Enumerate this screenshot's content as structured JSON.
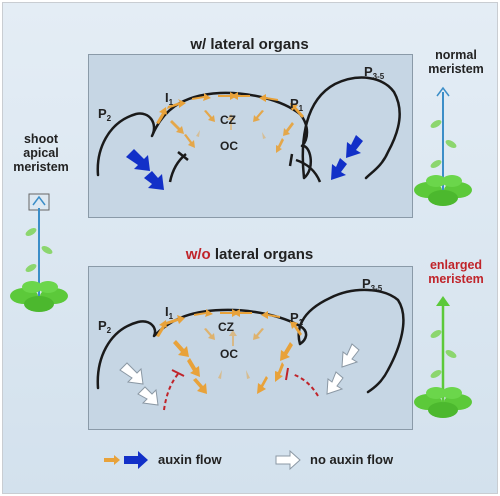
{
  "top_panel": {
    "title": "w/ lateral organs"
  },
  "bottom_panel": {
    "title_prefix": "w/o",
    "title_rest": " lateral organs"
  },
  "side_labels": {
    "shoot_apical_meristem": [
      "shoot",
      "apical",
      "meristem"
    ],
    "normal_meristem": [
      "normal",
      "meristem"
    ],
    "enlarged_meristem": [
      "enlarged",
      "meristem"
    ]
  },
  "region_labels": {
    "p2": "P",
    "p2_sub": "2",
    "p1": "P",
    "p1_sub": "1",
    "i1": "I",
    "i1_sub": "1",
    "p3_5": "P",
    "p3_5_sub": "3-5",
    "cz": "CZ",
    "oc": "OC"
  },
  "legend": {
    "auxin_flow": "auxin flow",
    "no_auxin_flow": "no auxin flow"
  },
  "colors": {
    "auxin_orange": "#e8a23a",
    "auxin_blue": "#1230c8",
    "inhibit_red": "#c0242a",
    "meristem_line": "#1a1a1a",
    "plant_green": "#5cc93a",
    "stem_blue": "#3c8ec8",
    "panel_bg": "#c6d6e4"
  }
}
